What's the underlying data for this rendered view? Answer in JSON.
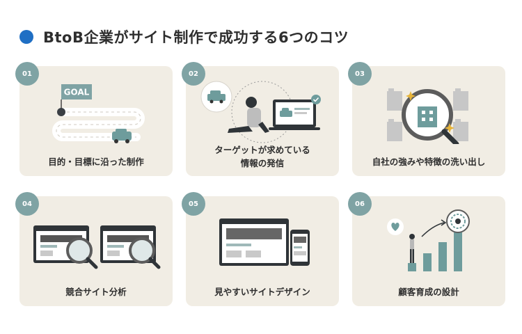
{
  "header": {
    "title": "BtoB企業がサイト制作で成功する6つのコツ",
    "accent_color": "#1f6fc4"
  },
  "cards": [
    {
      "number": "01",
      "lines": [
        "目的・目標に沿った制作"
      ],
      "goal_sign": "GOAL",
      "icon": "goal-road-car"
    },
    {
      "number": "02",
      "lines": [
        "ターゲットが求めている",
        "情報の発信"
      ],
      "icon": "person-thinking-laptop"
    },
    {
      "number": "03",
      "lines": [
        "自社の強みや特徴の洗い出し"
      ],
      "icon": "magnifier-buildings"
    },
    {
      "number": "04",
      "lines": [
        "競合サイト分析"
      ],
      "icon": "monitors-magnifiers"
    },
    {
      "number": "05",
      "lines": [
        "見やすいサイトデザイン"
      ],
      "icon": "monitor-phone"
    },
    {
      "number": "06",
      "lines": [
        "顧客育成の設計"
      ],
      "icon": "growth-bars-target"
    }
  ],
  "colors": {
    "card_bg": "#f1ede4",
    "badge": "#7fa3a4",
    "teal": "#6e9c9c",
    "dark": "#2f3438"
  }
}
